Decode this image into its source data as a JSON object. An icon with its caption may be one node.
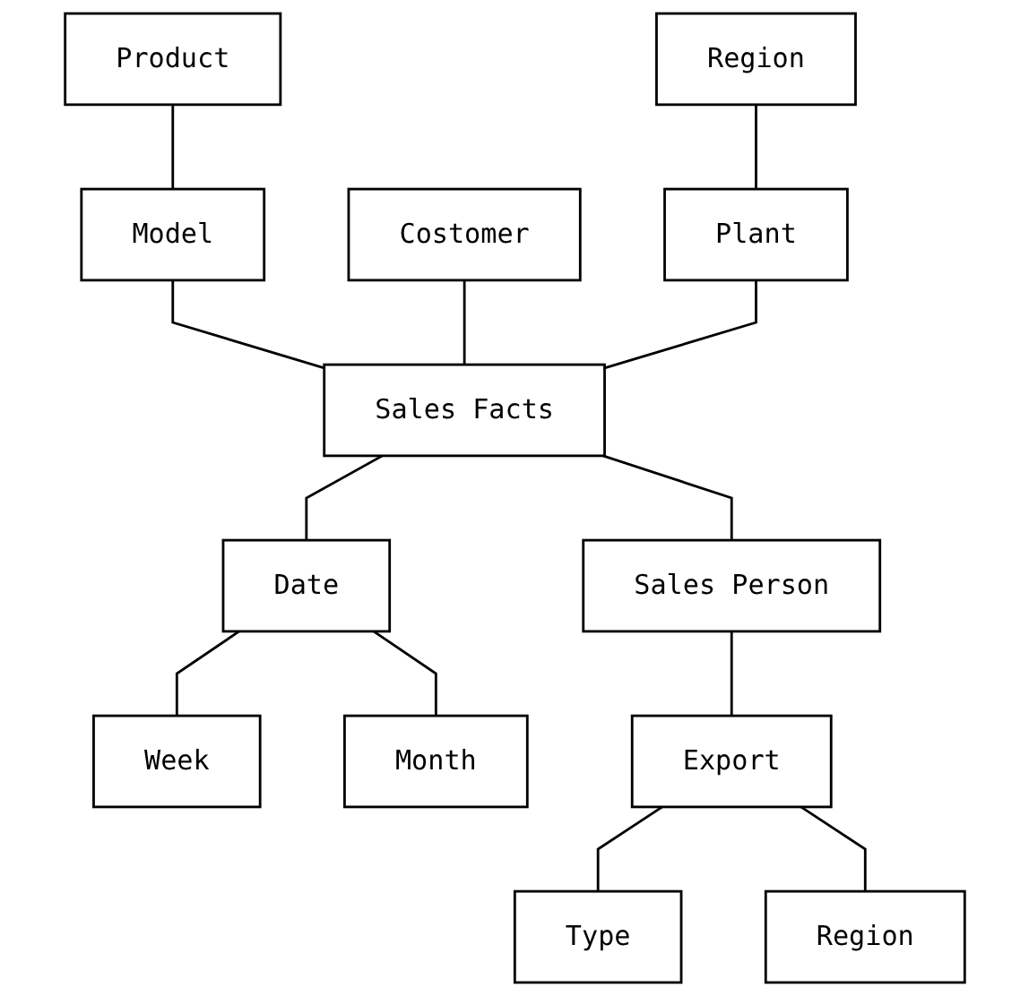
{
  "diagram": {
    "nodes": [
      {
        "text": [
          "Product"
        ]
      },
      {
        "text": [
          "Region"
        ]
      },
      {
        "text": [
          "Model"
        ]
      },
      {
        "text": [
          "Costomer"
        ]
      },
      {
        "text": [
          "Plant"
        ]
      },
      {
        "text": [
          "Sales Facts"
        ]
      },
      {
        "text": [
          "Date"
        ]
      },
      {
        "text": [
          "Sales Person"
        ]
      },
      {
        "text": [
          "Week"
        ]
      },
      {
        "text": [
          "Month"
        ]
      },
      {
        "text": [
          "Export"
        ]
      },
      {
        "text": [
          "Type"
        ]
      },
      {
        "text": [
          "Region"
        ]
      }
    ],
    "edges": [
      {
        "from": 0,
        "to": 2,
        "arrow": "none"
      },
      {
        "from": 1,
        "to": 4,
        "arrow": "none"
      },
      {
        "from": 2,
        "to": 5,
        "arrow": "none"
      },
      {
        "from": 3,
        "to": 5,
        "arrow": "none"
      },
      {
        "from": 4,
        "to": 5,
        "arrow": "none"
      },
      {
        "from": 5,
        "to": 6,
        "arrow": "none"
      },
      {
        "from": 5,
        "to": 7,
        "arrow": "none"
      },
      {
        "from": 6,
        "to": 8,
        "arrow": "none"
      },
      {
        "from": 6,
        "to": 9,
        "arrow": "none"
      },
      {
        "from": 7,
        "to": 10,
        "arrow": "none"
      },
      {
        "from": 10,
        "to": 11,
        "arrow": "none"
      },
      {
        "from": 10,
        "to": 12,
        "arrow": "none"
      }
    ]
  }
}
